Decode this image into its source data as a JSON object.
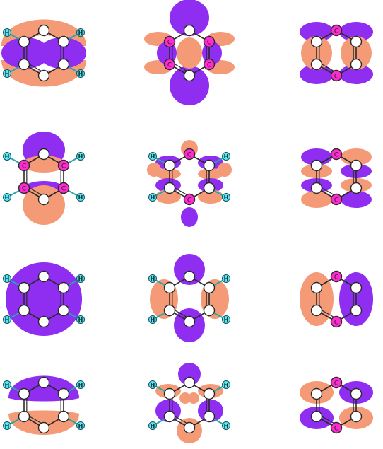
{
  "atom_labels": {
    "hydrogen": "H",
    "carbon": "C"
  },
  "colors": {
    "lobe_positive": "#f59a77",
    "lobe_negative": "#8f2df0",
    "bond": "#2a2a2a",
    "bond_to_hydrogen": "#23a8a8",
    "carbon_fill": "#ffffff",
    "carbon_highlight": "#ff2bd0",
    "hydrogen_fill": "#5de6f0",
    "background": "#ffffff"
  },
  "grid": {
    "rows": 4,
    "cols": 3
  },
  "orbitals": [
    {
      "id": "r1c1"
    },
    {
      "id": "r1c2"
    },
    {
      "id": "r1c3"
    },
    {
      "id": "r2c1"
    },
    {
      "id": "r2c2"
    },
    {
      "id": "r2c3"
    },
    {
      "id": "r3c1"
    },
    {
      "id": "r3c2"
    },
    {
      "id": "r3c3"
    },
    {
      "id": "r4c1"
    },
    {
      "id": "r4c2"
    },
    {
      "id": "r4c3"
    }
  ]
}
